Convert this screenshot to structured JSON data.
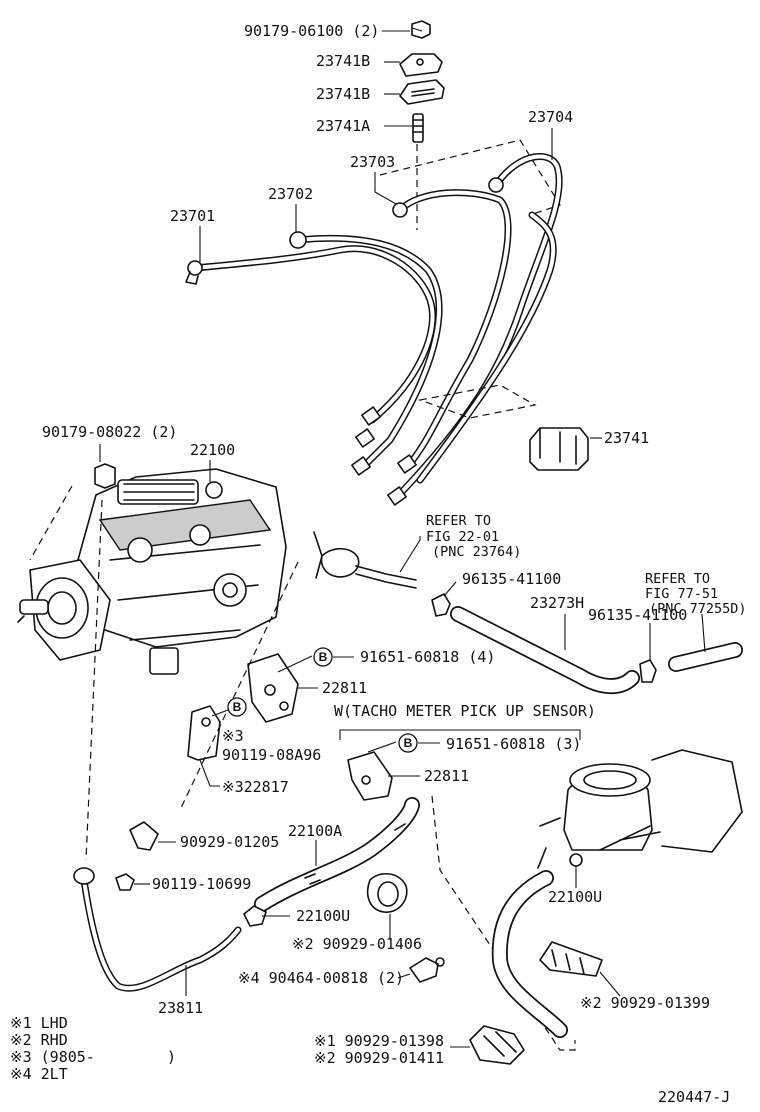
{
  "figure_id": "220447-J",
  "notes": [
    "※1 LHD",
    "※2 RHD",
    "※3 (9805-        )",
    "※4 2LT"
  ],
  "parts": {
    "p1": "90179-06100 (2)",
    "p2": "23741B",
    "p3": "23741B",
    "p4": "23741A",
    "p5": "23704",
    "p6": "23703",
    "p7": "23702",
    "p8": "23701",
    "p9": "23741",
    "p10": "90179-08022 (2)",
    "p11": "22100",
    "p12": "REFER TO",
    "p13": "FIG 22-01",
    "p14": "(PNC 23764)",
    "p15": "96135-41100",
    "p16": "REFER TO",
    "p17": "FIG 77-51",
    "p18": "(PNC 77255D)",
    "p19": "23273H",
    "p20": "96135-41100",
    "p21": "91651-60818 (4)",
    "p22": "22811",
    "p23": "W(TACHO METER PICK UP SENSOR)",
    "p24": "※3",
    "p25": "90119-08A96",
    "p26": "91651-60818 (3)",
    "p27": "22811",
    "p28": "※322817",
    "p29": "22100A",
    "p30": "90929-01205",
    "p31": "90119-10699",
    "p32": "22100U",
    "p33": "22100U",
    "p34": "※2 90929-01406",
    "p35": "※4 90464-00818 (2)",
    "p36": "23811",
    "p37": "※2 90929-01399",
    "p38": "※1 90929-01398",
    "p39": "※2 90929-01411"
  },
  "markers": {
    "b1": "B",
    "b2": "B",
    "b3": "B"
  }
}
